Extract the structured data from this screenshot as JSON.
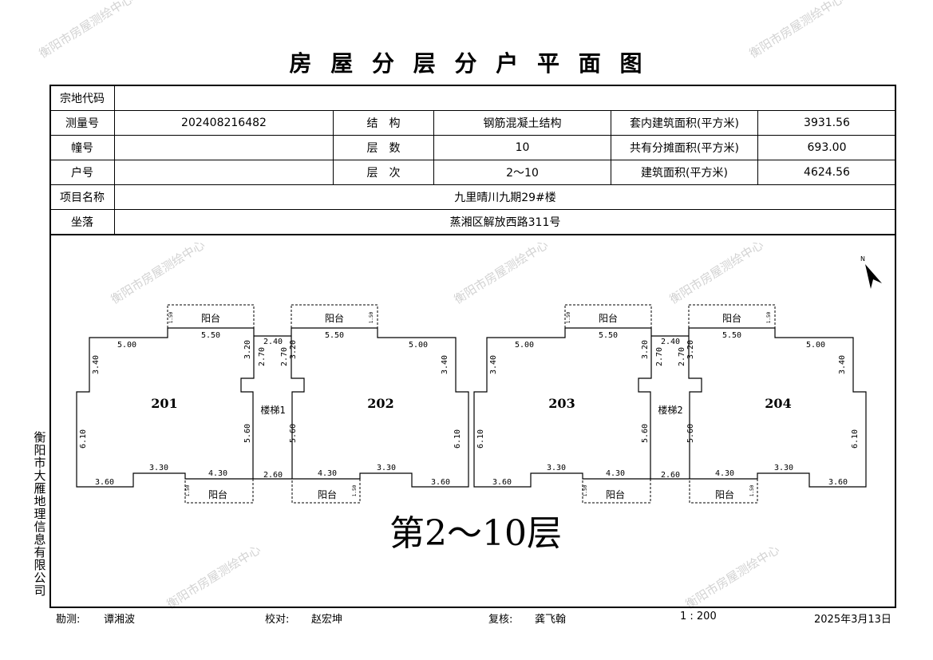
{
  "title": "房 屋 分 层 分 户 平 面 图",
  "watermark": "衡阳市房屋测绘中心",
  "info": {
    "parcel_code_label": "宗地代码",
    "parcel_code": "",
    "survey_no_label": "测量号",
    "survey_no": "202408216482",
    "structure_label": "结　构",
    "structure": "钢筋混凝土结构",
    "inner_area_label": "套内建筑面积(平方米)",
    "inner_area": "3931.56",
    "building_no_label": "幢号",
    "building_no": "",
    "floors_label": "层　数",
    "floors": "10",
    "shared_area_label": "共有分摊面积(平方米)",
    "shared_area": "693.00",
    "unit_no_label": "户号",
    "unit_no": "",
    "floor_range_label": "层　次",
    "floor_range": "2～10",
    "total_area_label": "建筑面积(平方米)",
    "total_area": "4624.56",
    "project_label": "项目名称",
    "project": "九里晴川九期29#楼",
    "location_label": "坐落",
    "location": "蒸湘区解放西路311号"
  },
  "plan": {
    "units": [
      "201",
      "202",
      "203",
      "204"
    ],
    "stairs": [
      "楼梯1",
      "楼梯2"
    ],
    "balcony": "阳台",
    "north": "N",
    "unit_dims": {
      "top_left": "5.00",
      "top_balcony": "5.50",
      "side_upper": "3.40",
      "side_lower": "6.10",
      "bottom_mid": "3.30",
      "bottom_corner": "3.60",
      "bottom_balcony": "4.30",
      "inner_upper": "3.20",
      "inner_lower": "5.60",
      "balcony_depth": "1.50"
    },
    "stair_dims": {
      "width_top": "2.40",
      "depth": "2.70",
      "width_bottom": "2.60"
    },
    "floor_label": "第2～10层"
  },
  "company": "衡阳市大雁地理信息有限公司",
  "footer": {
    "surveyor_label": "勘测:",
    "surveyor": "谭湘波",
    "checker_label": "校对:",
    "checker": "赵宏坤",
    "reviewer_label": "复核:",
    "reviewer": "龚飞翰",
    "scale": "1 : 200",
    "date": "2025年3月13日"
  }
}
